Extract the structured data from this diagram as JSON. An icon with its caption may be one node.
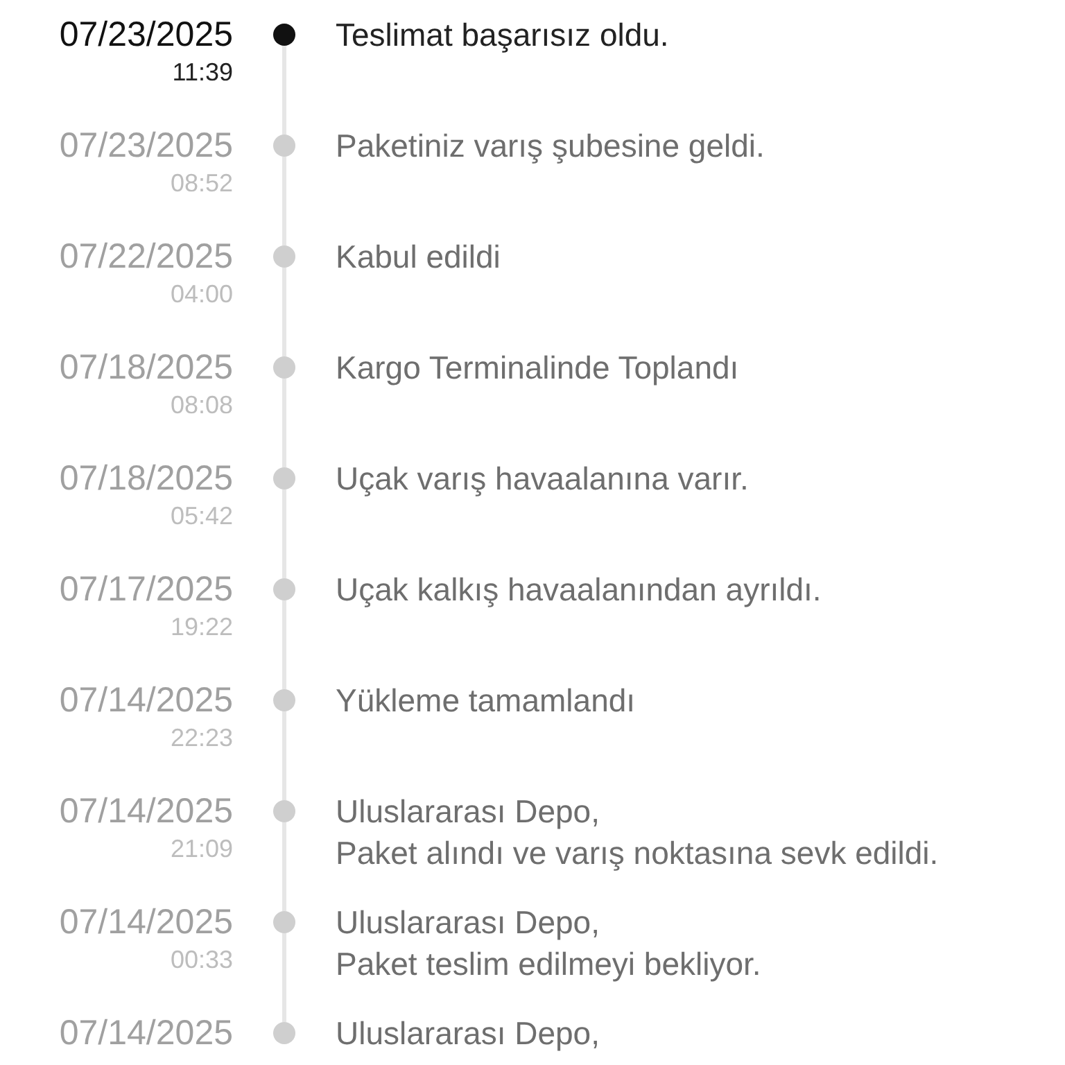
{
  "diagram": {
    "nodes": [
      {
        "text": [],
        "shape": "circle",
        "beside": [
          "07/23/2025",
          "11:39",
          "Teslimat başarısız oldu."
        ]
      },
      {
        "text": [],
        "shape": "circle",
        "beside": [
          "07/23/2025",
          "08:52",
          "Paketiniz varış şubesine geldi."
        ]
      },
      {
        "text": [],
        "shape": "circle",
        "beside": [
          "07/22/2025",
          "04:00",
          "Kabul edildi"
        ]
      },
      {
        "text": [],
        "shape": "circle",
        "beside": [
          "07/18/2025",
          "08:08",
          "Kargo Terminalinde Toplandı"
        ]
      },
      {
        "text": [],
        "shape": "circle",
        "beside": [
          "07/18/2025",
          "05:42",
          "Uçak varış havaalanına varır."
        ]
      },
      {
        "text": [],
        "shape": "circle",
        "beside": [
          "07/17/2025",
          "19:22",
          "Uçak kalkış havaalanından ayrıldı."
        ]
      },
      {
        "text": [],
        "shape": "circle",
        "beside": [
          "07/14/2025",
          "22:23",
          "Yükleme tamamlandı"
        ]
      },
      {
        "text": [],
        "shape": "circle",
        "beside": [
          "07/14/2025",
          "21:09",
          "Uluslararası Depo,",
          "Paket alındı ve varış noktasına sevk edildi."
        ]
      },
      {
        "text": [],
        "shape": "circle",
        "beside": [
          "07/14/2025",
          "00:33",
          "Uluslararası Depo,",
          "Paket teslim edilmeyi bekliyor."
        ]
      },
      {
        "text": [],
        "shape": "circle",
        "beside": [
          "07/14/2025",
          "Uluslararası Depo,"
        ]
      }
    ],
    "edges": [
      {
        "from": 0,
        "to": 1,
        "arrow": "none"
      },
      {
        "from": 1,
        "to": 2,
        "arrow": "none"
      },
      {
        "from": 2,
        "to": 3,
        "arrow": "none"
      },
      {
        "from": 3,
        "to": 4,
        "arrow": "none"
      },
      {
        "from": 4,
        "to": 5,
        "arrow": "none"
      },
      {
        "from": 5,
        "to": 6,
        "arrow": "none"
      },
      {
        "from": 6,
        "to": 7,
        "arrow": "none"
      },
      {
        "from": 7,
        "to": 8,
        "arrow": "none"
      },
      {
        "from": 8,
        "to": 9,
        "arrow": "none"
      }
    ]
  }
}
